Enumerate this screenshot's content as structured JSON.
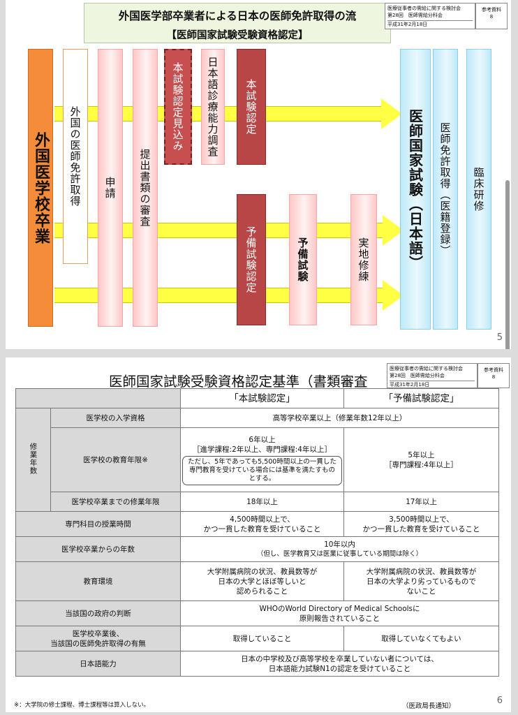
{
  "slide1": {
    "title": "外国医学部卒業者による日本の医師免許取得の流",
    "subtitle": "【医師国家試験受験資格認定】",
    "meta": {
      "line1": "医療従事者の需給に関する検討会",
      "line2": "第28回　医師需給分科会",
      "date": "平成31年2月18日"
    },
    "ref": {
      "label": "参考資料",
      "num": "8"
    },
    "boxes": {
      "graduation": "外国医学校卒業",
      "license": "外国の医師免許取得",
      "apply": "申請",
      "review": "提出書類の審査",
      "prospect": "本試験認定見込み",
      "jp_test": "日本語診療能力調査",
      "main_cert": "本試験認定",
      "pre_cert": "予備試験認定",
      "pre_exam": "予備試験",
      "practice": "実地修練",
      "national_exam": "医師国家試験（日本語）",
      "registration": "医師免許取得（医籍登録）",
      "residency": "臨床研修"
    },
    "page_num": "5"
  },
  "slide2": {
    "title": "医師国家試験受験資格認定基準（書類審査",
    "meta": {
      "line1": "医療従事者の需給に関する検討会",
      "line2": "第28回　医師需給分科会",
      "date": "平成31年2月18日"
    },
    "ref": {
      "label": "参考資料",
      "num": "8"
    },
    "table": {
      "col_main": "「本試験認定」",
      "col_pre": "「予備試験認定」",
      "group_label": "修業年数",
      "r1": {
        "label": "医学校の入学資格",
        "both": "高等学校卒業以上（修業年数12年以上）"
      },
      "r2": {
        "label": "医学校の教育年限※",
        "main1": "6年以上",
        "main2": "［進学課程:2年以上、専門課程:4年以上］",
        "note": "ただし、5年であっても5,500時間以上の一貫した専門教育を受けている場合には基準を満たすものとする。",
        "pre1": "5年以上",
        "pre2": "［専門課程:4年以上］"
      },
      "r3": {
        "label": "医学校卒業までの修業年限",
        "main": "18年以上",
        "pre": "17年以上"
      },
      "r4": {
        "label": "専門科目の授業時間",
        "main1": "4,500時間以上で、",
        "main2": "かつ一貫した教育を受けていること",
        "pre1": "3,500時間以上で、",
        "pre2": "かつ一貫した教育を受けていること"
      },
      "r5": {
        "label": "医学校卒業からの年数",
        "both1": "10年以内",
        "both2": "（但し、医学教育又は医業に従事している期間は除く）"
      },
      "r6": {
        "label": "教育環境",
        "main1": "大学附属病院の状況、教員数等が",
        "main2": "日本の大学とほぼ等しいと",
        "main3": "認められること",
        "pre1": "大学附属病院の状況、教員数等が",
        "pre2": "日本の大学より劣っているもので",
        "pre3": "ないこと"
      },
      "r7": {
        "label": "当該国の政府の判断",
        "both1": "WHOのWorld Directory of Medical Schoolsに",
        "both2": "原則報告されていること"
      },
      "r8": {
        "label1": "医学校卒業後、",
        "label2": "当該国の医師免許取得の有無",
        "main": "取得していること",
        "pre": "取得していなくてもよい"
      },
      "r9": {
        "label": "日本語能力",
        "both1": "日本の中学校及び高等学校を卒業していない者については、",
        "both2": "日本語能力試験N1の認定を受けていること"
      }
    },
    "footnote": "※：大学院の修士課程、博士課程等は算入しない。",
    "source": "（医政局長通知）",
    "page_num": "6"
  }
}
